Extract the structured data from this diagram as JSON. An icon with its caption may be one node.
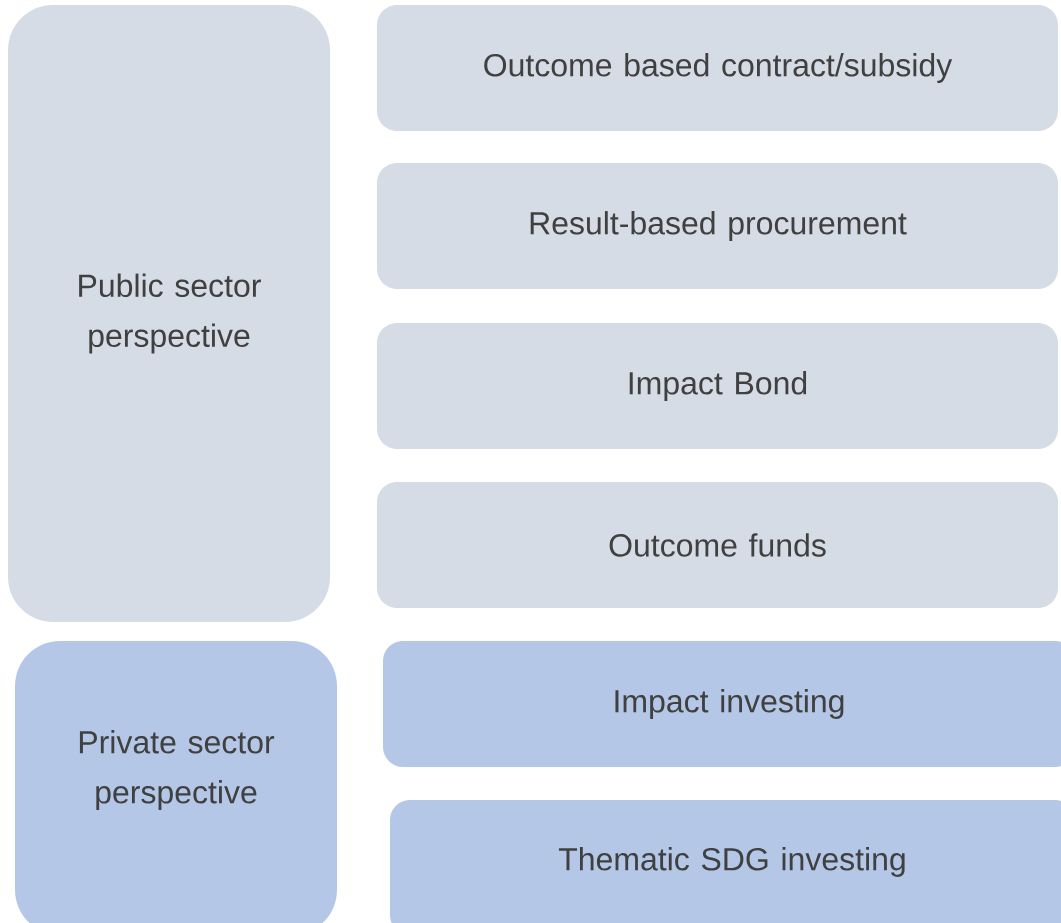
{
  "diagram": {
    "nodes": [
      {
        "text": [
          "Public sector perspective"
        ]
      },
      {
        "text": [
          "Outcome based contract/subsidy"
        ]
      },
      {
        "text": [
          "Result-based procurement"
        ]
      },
      {
        "text": [
          "Impact Bond"
        ]
      },
      {
        "text": [
          "Outcome funds"
        ]
      },
      {
        "text": [
          "Private sector perspective"
        ]
      },
      {
        "text": [
          "Impact investing"
        ]
      },
      {
        "text": [
          "Thematic SDG investing"
        ]
      }
    ]
  }
}
